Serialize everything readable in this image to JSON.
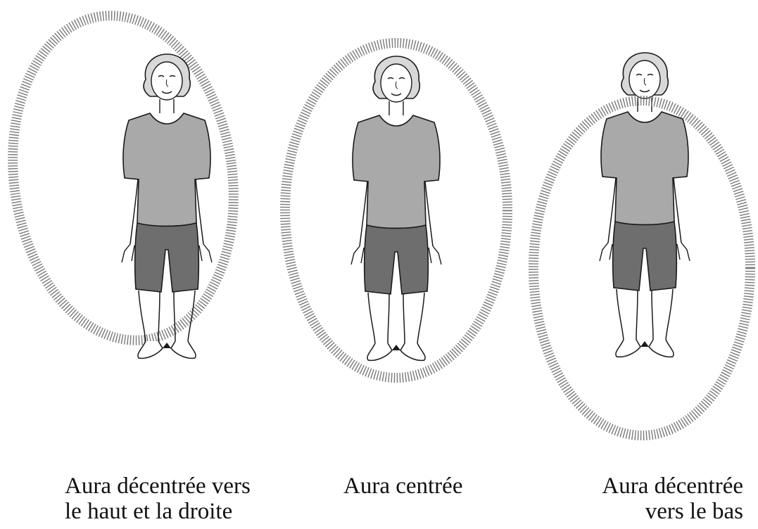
{
  "figures": [
    {
      "caption": "Aura décentrée vers\nle haut et la droite"
    },
    {
      "caption": "Aura centrée"
    },
    {
      "caption": "Aura décentrée\nvers le bas"
    }
  ],
  "colors": {
    "shirt": "#a9a9a9",
    "shorts": "#6e6e6e",
    "aura_stroke": "#6a6a6a",
    "outline": "#1a1a1a"
  }
}
